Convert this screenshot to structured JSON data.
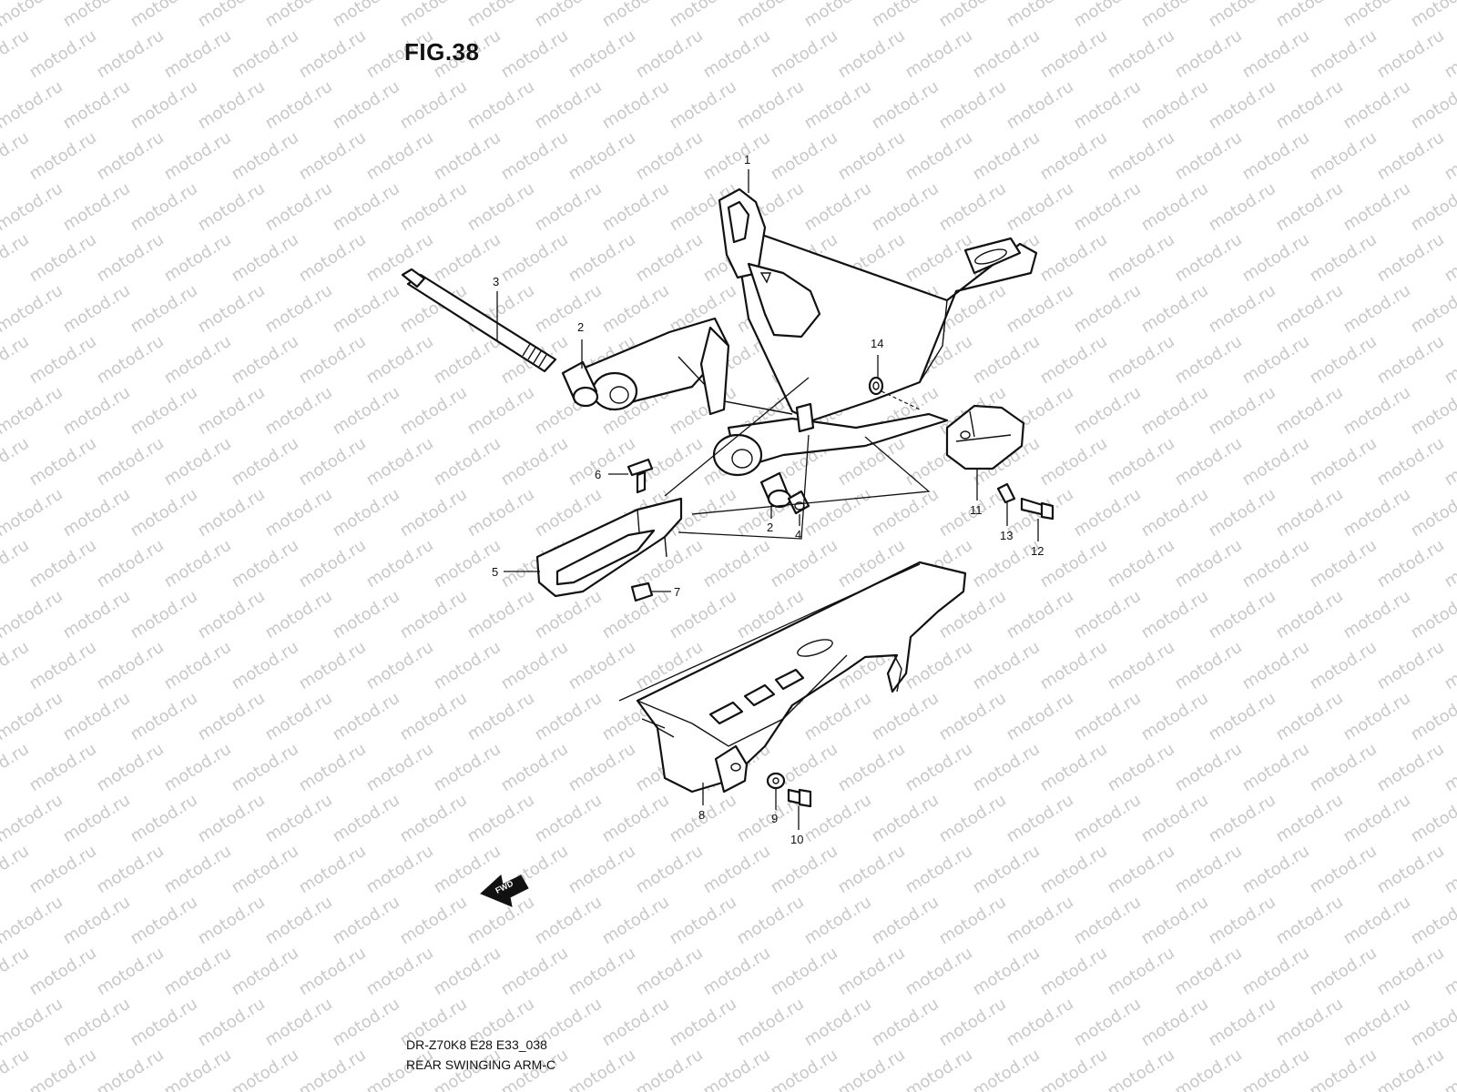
{
  "figure": {
    "title": "FIG.38",
    "model_code": "DR-Z70K8 E28 E33_038",
    "section_name": "REAR SWINGING ARM-C"
  },
  "watermark": {
    "text": "motod.ru",
    "color": "#c8c8c8"
  },
  "fwd_label": "FWD",
  "callouts": [
    {
      "id": "c1",
      "label": "1"
    },
    {
      "id": "c2a",
      "label": "2"
    },
    {
      "id": "c2b",
      "label": "2"
    },
    {
      "id": "c3",
      "label": "3"
    },
    {
      "id": "c4",
      "label": "4"
    },
    {
      "id": "c5",
      "label": "5"
    },
    {
      "id": "c6",
      "label": "6"
    },
    {
      "id": "c7",
      "label": "7"
    },
    {
      "id": "c8",
      "label": "8"
    },
    {
      "id": "c9",
      "label": "9"
    },
    {
      "id": "c10",
      "label": "10"
    },
    {
      "id": "c11",
      "label": "11"
    },
    {
      "id": "c12",
      "label": "12"
    },
    {
      "id": "c13",
      "label": "13"
    },
    {
      "id": "c14",
      "label": "14"
    }
  ]
}
